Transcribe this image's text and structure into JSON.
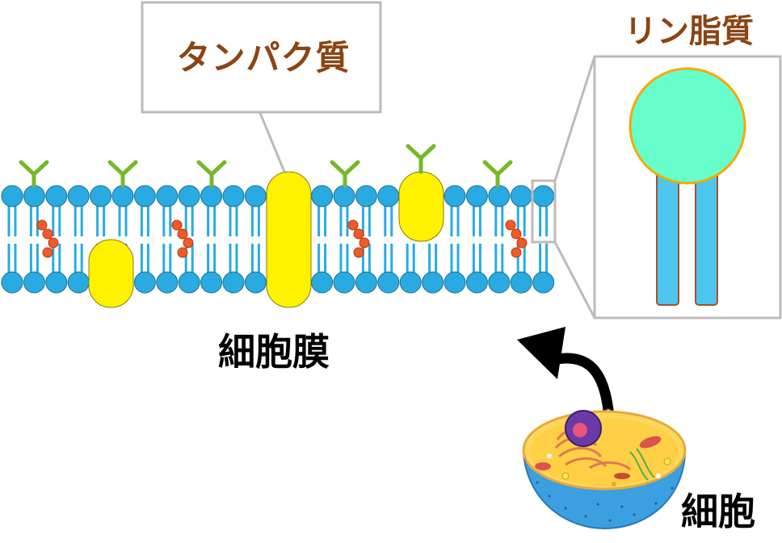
{
  "labels": {
    "protein": "タンパク質",
    "phospholipid": "リン脂質",
    "cell_membrane": "細胞膜",
    "cell": "細胞"
  },
  "colors": {
    "lipid_head": "#29abe2",
    "lipid_head_stroke": "#1a6f9a",
    "lipid_tail": "#29abe2",
    "protein": "#fff200",
    "protein_stroke": "#8c7a00",
    "glycan": "#77b82a",
    "cholesterol": "#f05a28",
    "detail_head": "#66ffcc",
    "detail_head_stroke": "#f7a800",
    "detail_tail": "#4cc6ee",
    "detail_tail_stroke": "#a0522d",
    "callout_border": "#bbbbbb",
    "label_brown": "#8b4513"
  },
  "icons": {
    "glycan": "glycan-y-icon",
    "cholesterol": "cholesterol-icon",
    "cell": "cell-illustration",
    "arrow": "curved-arrow-icon"
  }
}
